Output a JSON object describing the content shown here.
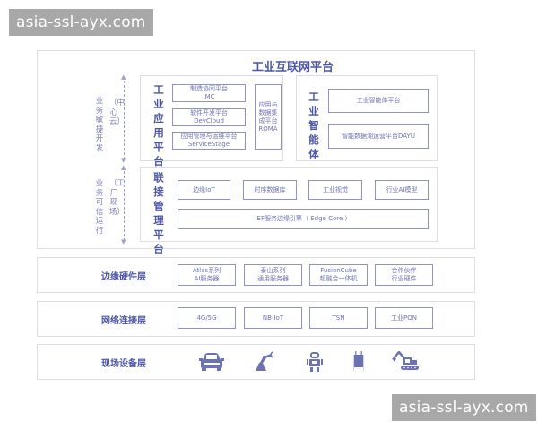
{
  "watermarks": {
    "top": "asia-ssl-ayx.com",
    "bottom": "asia-ssl-ayx.com"
  },
  "colors": {
    "accent": "#4d56a5",
    "box_border": "#8f93bf",
    "panel_border": "#dcdde6",
    "icon": "#6b72b5"
  },
  "platform": {
    "title": "工业互联网平台",
    "side_labels": {
      "upper": {
        "main": "业务敏捷开发",
        "sub": "（中心云）"
      },
      "lower": {
        "main": "业务可信运行",
        "sub": "（工厂现场）"
      }
    },
    "app_platform": {
      "title": "工业应用平台",
      "items": [
        {
          "line1": "制造协同平台",
          "line2": "IMC"
        },
        {
          "line1": "软件开发平台",
          "line2": "DevCloud"
        },
        {
          "line1": "应用管理与运维平台",
          "line2": "ServiceStage"
        }
      ],
      "integration": {
        "line1": "应用与",
        "line2": "数据集",
        "line3": "成平台",
        "line4": "ROMA"
      }
    },
    "intelligence": {
      "title": "工业智能体",
      "items": [
        "工业智能体平台",
        "智能数据湖运营平台DAYU"
      ]
    },
    "connection": {
      "title": "联接管理平台",
      "items": [
        "边缘IoT",
        "时序数据库",
        "工业视觉",
        "行业AI模型"
      ],
      "engine": "IEF服务边缘引擎（ Edge Core ）"
    }
  },
  "layers": [
    {
      "label": "边缘硬件层",
      "items": [
        {
          "line1": "Atlas系列",
          "line2": "AI服务器"
        },
        {
          "line1": "泰山系列",
          "line2": "通用服务器"
        },
        {
          "line1": "FusionCube",
          "line2": "超融合一体机"
        },
        {
          "line1": "合作伙伴",
          "line2": "行业硬件"
        }
      ]
    },
    {
      "label": "网络连接层",
      "items": [
        {
          "line1": "4G/5G"
        },
        {
          "line1": "NB-IoT"
        },
        {
          "line1": "TSN"
        },
        {
          "line1": "工业PON"
        }
      ]
    },
    {
      "label": "现场设备层",
      "icons": [
        "car-icon",
        "robot-arm-icon",
        "robot-icon",
        "chip-icon",
        "excavator-icon"
      ]
    }
  ]
}
